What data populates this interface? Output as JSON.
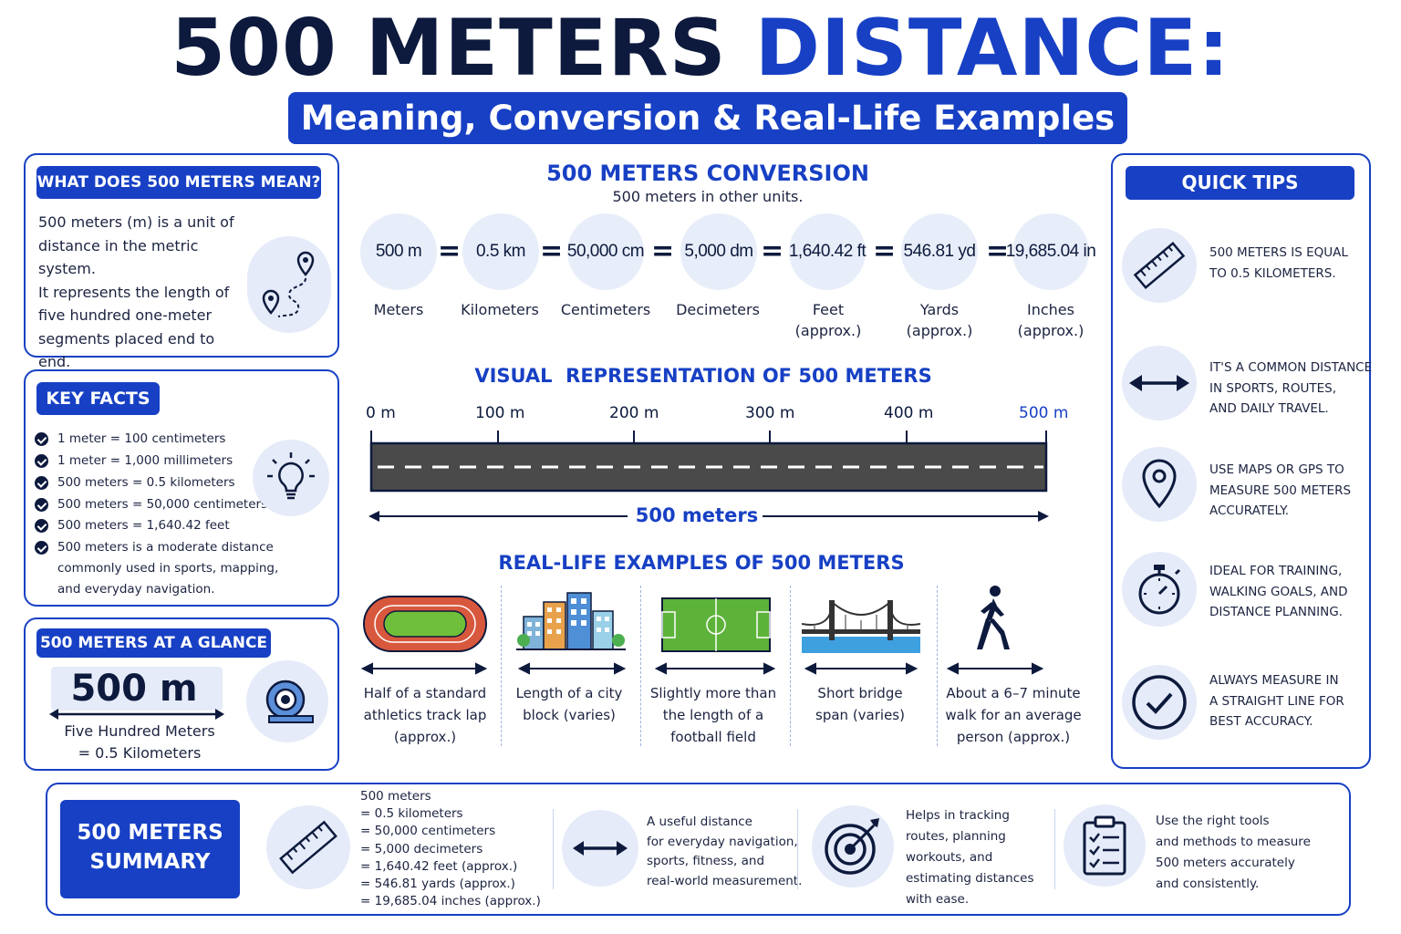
{
  "header": {
    "title_part1": "500 METERS",
    "title_part2": "DISTANCE:",
    "subtitle": "Meaning, Conversion & Real-Life Examples"
  },
  "what_panel": {
    "heading": "WHAT DOES 500 METERS MEAN?",
    "lines": [
      "500 meters (m) is a unit of",
      "distance in the metric system.",
      "It represents the length of",
      "five hundred one-meter",
      "segments placed end to end."
    ],
    "icon": "route-map-pins-icon"
  },
  "key_facts": {
    "heading": "KEY FACTS",
    "facts": [
      "1 meter = 100 centimeters",
      "1 meter = 1,000 millimeters",
      "500 meters = 0.5 kilometers",
      "500 meters = 50,000 centimeters",
      "500 meters = 1,640.42 feet",
      "500 meters is a moderate distance"
    ],
    "fact_continuation": [
      "commonly used in sports, mapping,",
      "and everyday navigation."
    ],
    "icon": "lightbulb-icon"
  },
  "glance": {
    "heading": "500 METERS AT A GLANCE",
    "value": "500 m",
    "caption_line1": "Five Hundred Meters",
    "caption_line2": "= 0.5 Kilometers",
    "icon": "measuring-tape-icon"
  },
  "conversion": {
    "heading": "500 METERS CONVERSION",
    "subheading": "500 meters in other units.",
    "units": [
      {
        "value": "500 m",
        "label_line1": "Meters",
        "label_line2": ""
      },
      {
        "value": "0.5 km",
        "label_line1": "Kilometers",
        "label_line2": ""
      },
      {
        "value": "50,000 cm",
        "label_line1": "Centimeters",
        "label_line2": ""
      },
      {
        "value": "5,000 dm",
        "label_line1": "Decimeters",
        "label_line2": ""
      },
      {
        "value": "1,640.42 ft",
        "label_line1": "Feet",
        "label_line2": "(approx.)"
      },
      {
        "value": "546.81 yd",
        "label_line1": "Yards",
        "label_line2": "(approx.)"
      },
      {
        "value": "19,685.04 in",
        "label_line1": "Inches",
        "label_line2": "(approx.)"
      }
    ],
    "equals": "="
  },
  "visual": {
    "heading": "VISUAL  REPRESENTATION OF 500 METERS",
    "ticks": [
      "0 m",
      "100 m",
      "200 m",
      "300 m",
      "400 m",
      "500 m"
    ],
    "span_label": "500 meters",
    "road_color": "#4a4a4a"
  },
  "examples": {
    "heading": "REAL-LIFE EXAMPLES OF 500 METERS",
    "items": [
      {
        "icon": "running-track-icon",
        "lines": [
          "Half of a standard",
          "athletics track lap",
          "(approx.)"
        ]
      },
      {
        "icon": "city-buildings-icon",
        "lines": [
          "Length of a city",
          "block (varies)",
          ""
        ]
      },
      {
        "icon": "football-field-icon",
        "lines": [
          "Slightly more than",
          "the length of a",
          "football field"
        ]
      },
      {
        "icon": "suspension-bridge-icon",
        "lines": [
          "Short bridge",
          "span (varies)",
          ""
        ]
      },
      {
        "icon": "walking-person-icon",
        "lines": [
          "About a 6–7 minute",
          "walk for an average",
          "person (approx.)"
        ]
      }
    ]
  },
  "tips": {
    "heading": "QUICK TIPS",
    "items": [
      {
        "icon": "ruler-icon",
        "lines": [
          "500 meters is equal",
          "to 0.5 kilometers."
        ]
      },
      {
        "icon": "double-arrow-icon",
        "lines": [
          "It's a common distance",
          "in sports, routes,",
          "and daily travel."
        ]
      },
      {
        "icon": "location-pin-icon",
        "lines": [
          "Use maps or GPS to",
          "measure 500 meters",
          "accurately."
        ]
      },
      {
        "icon": "stopwatch-icon",
        "lines": [
          "Ideal for training,",
          "walking goals, and",
          "distance planning."
        ]
      },
      {
        "icon": "checkmark-circle-icon",
        "lines": [
          "Always measure in",
          "a straight line for",
          "best accuracy."
        ]
      }
    ]
  },
  "summary": {
    "heading_line1": "500 METERS",
    "heading_line2": "SUMMARY",
    "conversions": [
      "500 meters",
      "= 0.5 kilometers",
      "= 50,000 centimeters",
      "= 5,000 decimeters",
      "= 1,640.42 feet (approx.)",
      "= 546.81 yards (approx.)",
      "= 19,685.04 inches (approx.)"
    ],
    "useful": [
      "A useful distance",
      "for everyday navigation,",
      "sports, fitness, and",
      "real-world measurement."
    ],
    "tracking": [
      "Helps in tracking",
      "routes, planning",
      "workouts, and",
      "estimating distances",
      "with ease."
    ],
    "tools": [
      "Use the right tools",
      "and methods to measure",
      "500 meters accurately",
      "and consistently."
    ]
  },
  "colors": {
    "accent": "#1740c4",
    "dark": "#0d1a3d",
    "soft_circle": "#e5ebf8"
  }
}
